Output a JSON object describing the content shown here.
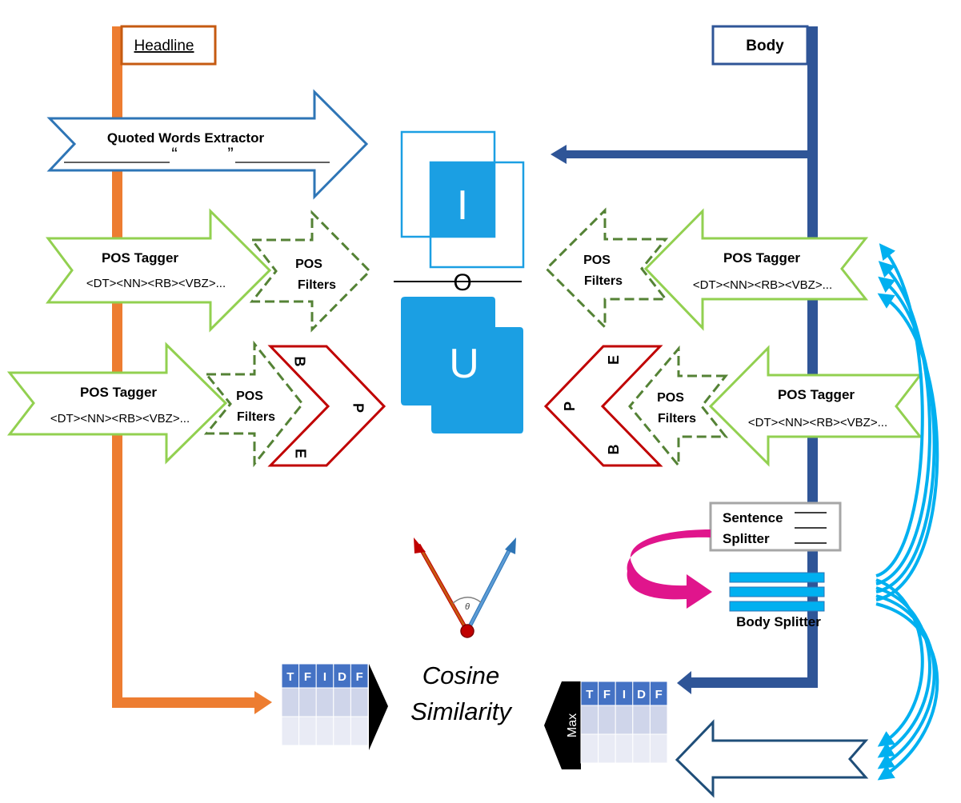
{
  "headline": {
    "label": "Headline"
  },
  "body": {
    "label": "Body"
  },
  "quoted_extractor": {
    "title": "Quoted Words Extractor",
    "open_quote": "“",
    "close_quote": "”"
  },
  "pos_tagger": {
    "label": "POS Tagger",
    "tags": "<DT><NN><RB><VBZ>..."
  },
  "pos_filters": {
    "line1": "POS",
    "line2": "Filters"
  },
  "bpe": {
    "b": "B",
    "p": "P",
    "e": "E"
  },
  "set_ops": {
    "intersection": "I",
    "overlap": "O",
    "union": "U"
  },
  "angle": {
    "theta": "θ"
  },
  "cosine": {
    "line1": "Cosine",
    "line2": "Similarity"
  },
  "tfidf": {
    "headers": [
      "T",
      "F",
      "I",
      "D",
      "F"
    ]
  },
  "max_label": "Max",
  "sentence_splitter": {
    "line1": "Sentence",
    "line2": "Splitter"
  },
  "body_splitter": {
    "label": "Body Splitter"
  },
  "colors": {
    "headline": "#ED7D31",
    "body": "#2F5597",
    "quoted": "#2E75B6",
    "pos_tagger": "#92D050",
    "pos_filters": "#548235",
    "bpe": "#C00000",
    "set_fill": "#1B9FE3",
    "light_blue": "#00B0F0",
    "magenta": "#E0158C",
    "table_header": "#4472C4",
    "table_cell": "#CFD5EA"
  }
}
